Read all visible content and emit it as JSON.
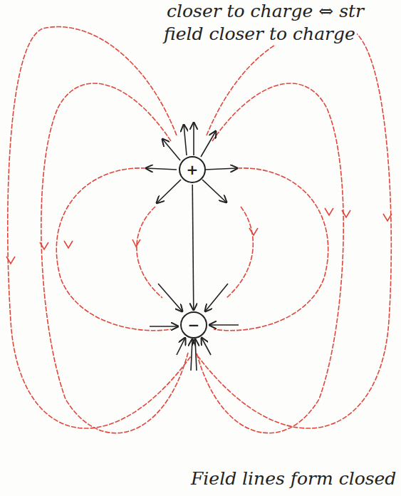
{
  "diagram": {
    "nodes": [
      {
        "text": [
          "+"
        ]
      },
      {
        "text": [
          "−"
        ]
      }
    ],
    "edges": [
      {
        "from": 0,
        "to": 1,
        "arrow": "to"
      }
    ],
    "labels": [
      "closer to charge ⇔ str",
      "field closer to charge",
      "Field lines form closed"
    ]
  }
}
